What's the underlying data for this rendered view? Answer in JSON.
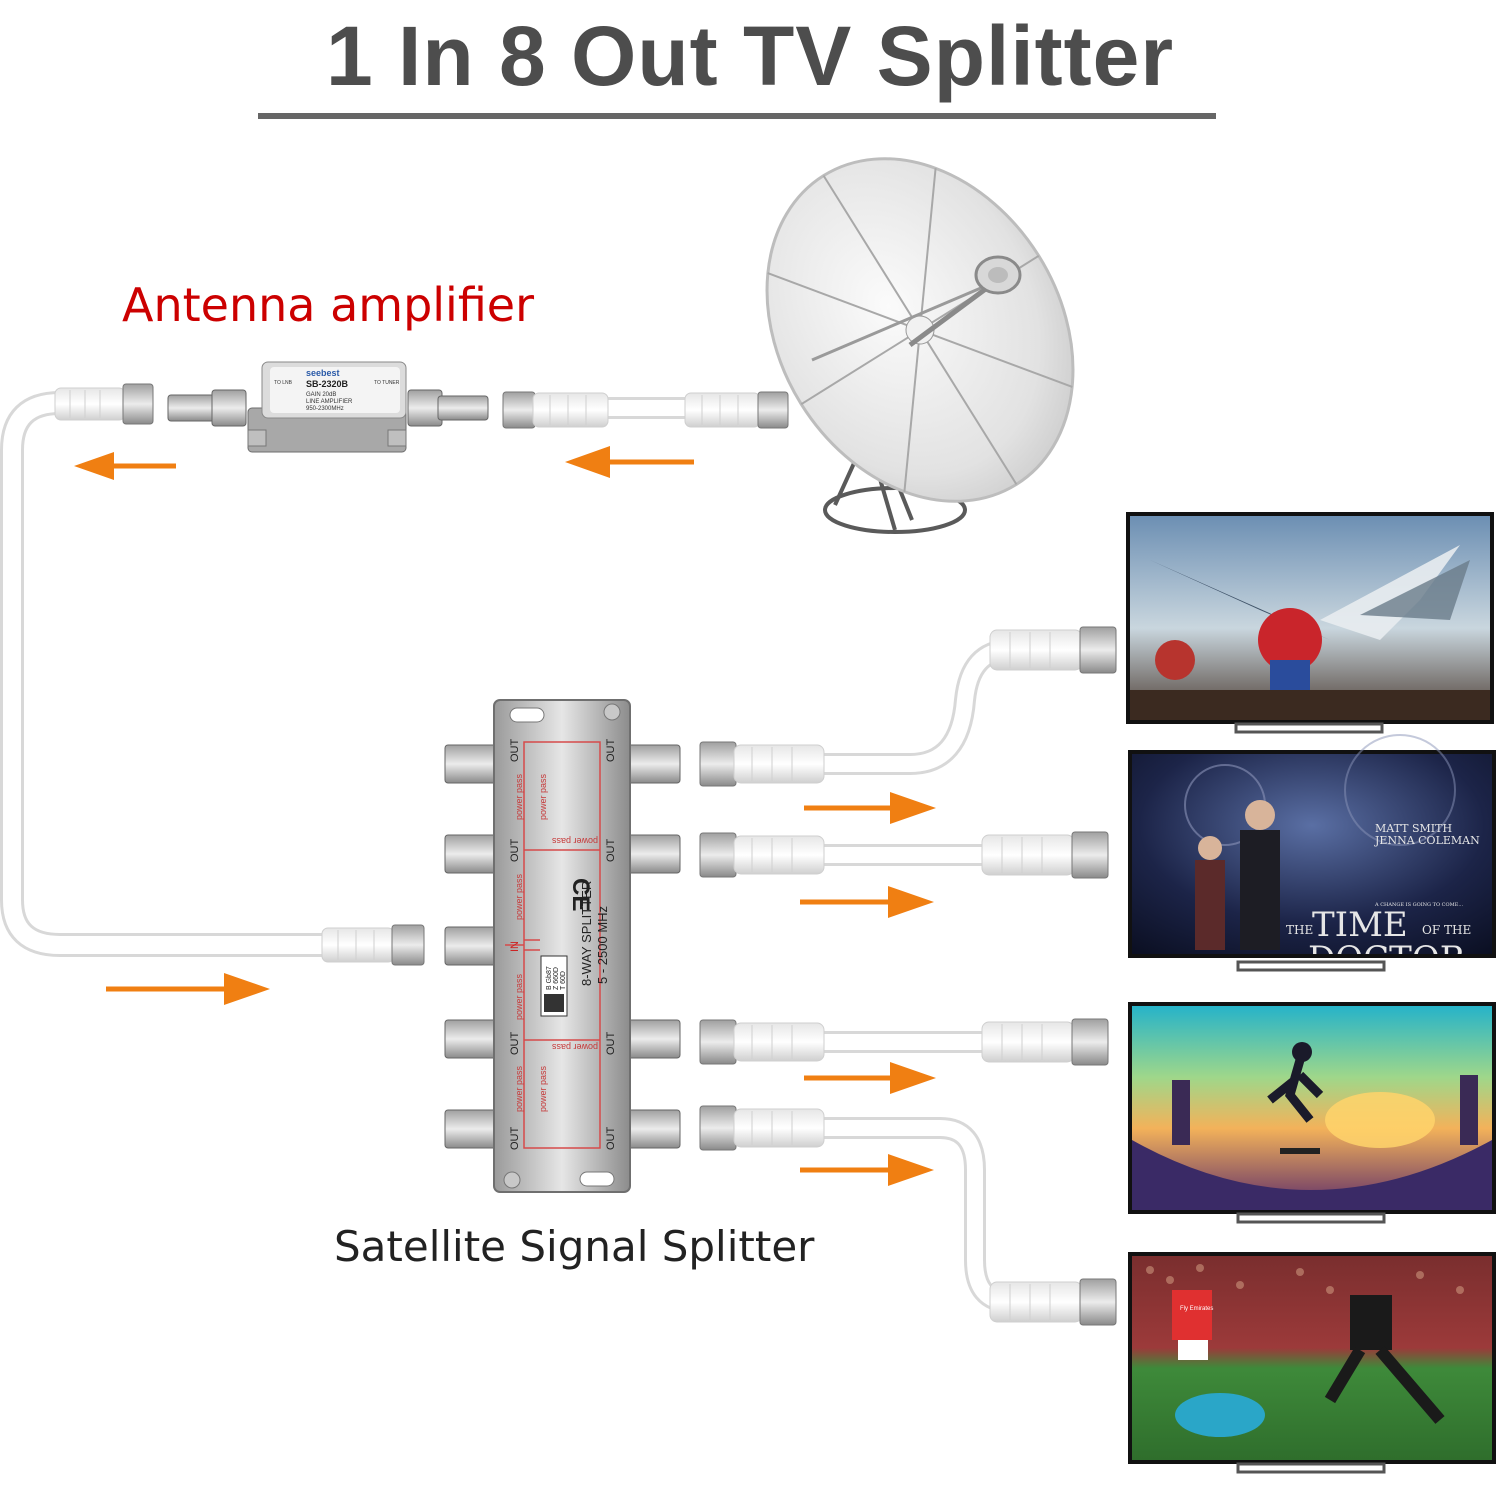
{
  "title": "1 In 8 Out TV Splitter",
  "amplifier": {
    "label": "Antenna amplifier",
    "brand": "seebest",
    "model": "SB-2320B",
    "left_port": "TO LNB",
    "right_port": "TO TUNER",
    "spec_lines": [
      "GAIN 20dB",
      "LINE AMPLIFIER",
      "950-2300MHz"
    ]
  },
  "splitter": {
    "caption": "Satellite Signal Splitter",
    "name": "8-WAY SPLITTER",
    "freq": "5 - 2500 MHz",
    "ce": "CE",
    "in_label": "IN",
    "out_label": "OUT",
    "power_pass": "power pass",
    "code_lines": [
      "B Gb87",
      "Z 660D",
      "T 60D"
    ]
  },
  "tv_screens": {
    "screen2_names": [
      "MATT SMITH",
      "JENNA COLEMAN"
    ],
    "screen2_tagline": "A CHANGE IS GOING TO COME...",
    "screen2_title_the": "THE",
    "screen2_title_time": "TIME",
    "screen2_title_ofthe": "OF THE",
    "screen2_title_doctor": "DOCTOR",
    "screen4_sponsor": "Fly Emirates"
  },
  "colors": {
    "arrow": "#f07f12",
    "cable": "#ffffff",
    "label_red": "#cc0000",
    "title_gray": "#4d4d4d"
  }
}
